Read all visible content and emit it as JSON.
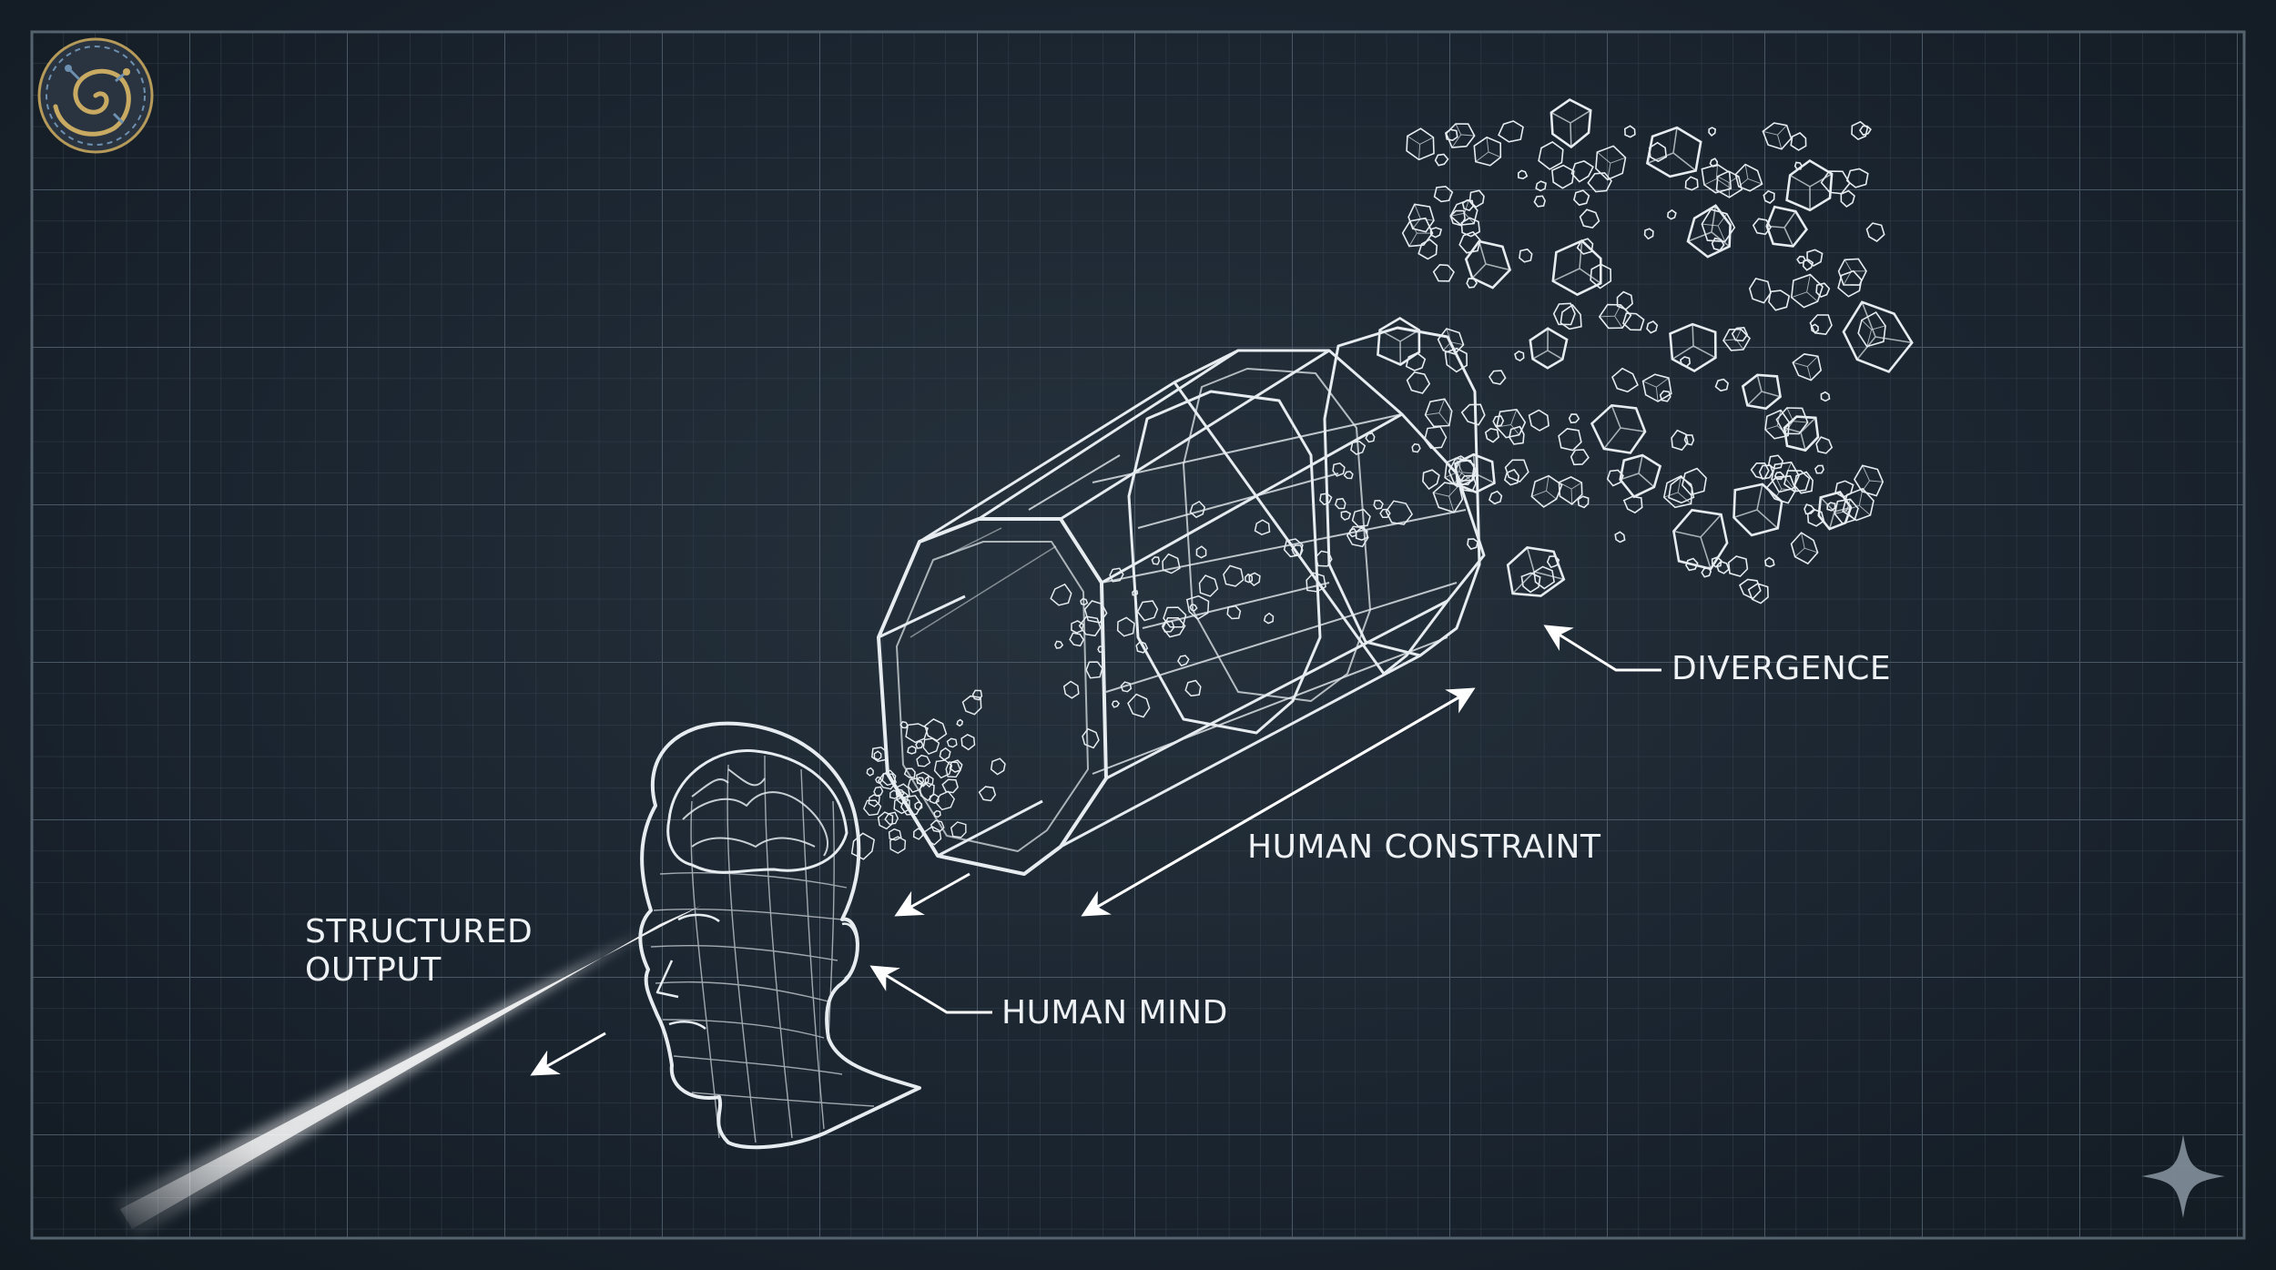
{
  "labels": {
    "structured_output": [
      "STRUCTURED",
      "OUTPUT"
    ],
    "human_mind": "HUMAN MIND",
    "human_constraint": "HUMAN CONSTRAINT",
    "divergence": "DIVERGENCE"
  },
  "colors": {
    "background": "#1b2530",
    "grid_line": "#3a4754",
    "wireframe": "#e6ecf0",
    "beam": "#ffffff",
    "logo_gold": "#b59a5a",
    "logo_blue": "#6d8fb0"
  },
  "icons": {
    "top_left": "spiral-circuit-logo-icon",
    "bottom_right": "four-point-sparkle-icon"
  }
}
